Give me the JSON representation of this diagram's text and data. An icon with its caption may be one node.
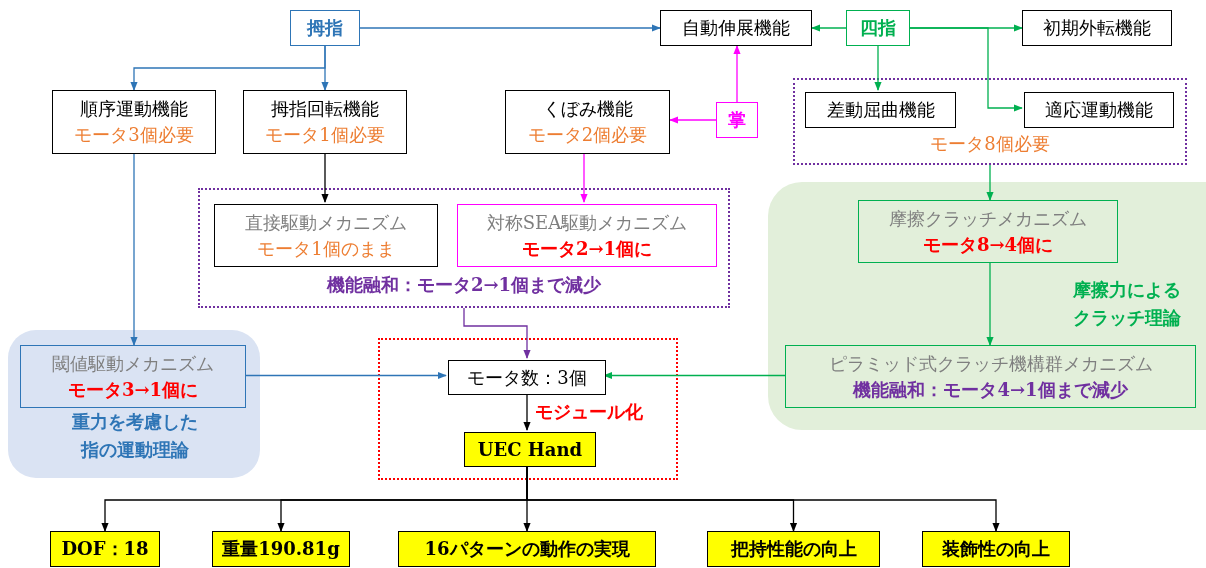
{
  "diagram": {
    "nodes": [
      {
        "text": [
          "拇指"
        ]
      },
      {
        "text": [
          "自動伸展機能"
        ]
      },
      {
        "text": [
          "四指"
        ]
      },
      {
        "text": [
          "初期外転機能"
        ]
      },
      {
        "text": [
          "順序運動機能",
          "モータ3個必要"
        ]
      },
      {
        "text": [
          "拇指回転機能",
          "モータ1個必要"
        ]
      },
      {
        "text": [
          "くぼみ機能",
          "モータ2個必要"
        ]
      },
      {
        "text": [
          "掌"
        ]
      },
      {
        "text": [
          "モータ8個必要"
        ]
      },
      {
        "text": [
          "差動屈曲機能"
        ],
        "in": 8
      },
      {
        "text": [
          "適応運動機能"
        ],
        "in": 8
      },
      {
        "text": [
          "機能融和：モータ2→1個まで減少"
        ]
      },
      {
        "text": [
          "直接駆動メカニズム",
          "モータ1個のまま"
        ],
        "in": 11
      },
      {
        "text": [
          "対称SEA駆動メカニズム",
          "モータ2→1個に"
        ],
        "in": 11
      },
      {
        "text": [
          "摩擦力によるクラッチ理論"
        ]
      },
      {
        "text": [
          "摩擦クラッチメカニズム",
          "モータ8→4個に"
        ],
        "in": 14
      },
      {
        "text": [
          "ピラミッド式クラッチ機構群メカニズム",
          "機能融和：モータ4→1個まで減少"
        ],
        "in": 14
      },
      {
        "text": [
          "重力を考慮した指の運動理論"
        ]
      },
      {
        "text": [
          "閾値駆動メカニズム",
          "モータ3→1個に"
        ],
        "in": 17
      },
      {
        "text": [],
        "shape": "box"
      },
      {
        "text": [
          "モータ数：3個"
        ],
        "in": 19
      },
      {
        "text": [
          "UEC Hand"
        ],
        "in": 19
      },
      {
        "text": [
          "DOF：18"
        ]
      },
      {
        "text": [
          "重量190.81g"
        ]
      },
      {
        "text": [
          "16パターンの動作の実現"
        ]
      },
      {
        "text": [
          "把持性能の向上"
        ]
      },
      {
        "text": [
          "装飾性の向上"
        ]
      }
    ],
    "edges": [
      {
        "from": 0,
        "to": 1,
        "arrow": "to",
        "color": "#2e75b6"
      },
      {
        "from": 0,
        "to": 4,
        "arrow": "to",
        "color": "#2e75b6"
      },
      {
        "from": 0,
        "to": 5,
        "arrow": "to",
        "color": "#2e75b6"
      },
      {
        "from": 2,
        "to": 1,
        "arrow": "to",
        "color": "#00b050"
      },
      {
        "from": 2,
        "to": 3,
        "arrow": "to",
        "color": "#00b050"
      },
      {
        "from": 2,
        "to": 9,
        "arrow": "to",
        "color": "#00b050"
      },
      {
        "from": 2,
        "to": 10,
        "arrow": "to",
        "color": "#00b050"
      },
      {
        "from": 7,
        "to": 1,
        "arrow": "to",
        "color": "#ff00ff"
      },
      {
        "from": 7,
        "to": 6,
        "arrow": "to",
        "color": "#ff00ff"
      },
      {
        "from": 5,
        "to": 12,
        "arrow": "to",
        "color": "#000000"
      },
      {
        "from": 6,
        "to": 13,
        "arrow": "to",
        "color": "#ff00ff"
      },
      {
        "from": 8,
        "to": 15,
        "arrow": "to",
        "color": "#00b050"
      },
      {
        "from": 15,
        "to": 16,
        "arrow": "to",
        "color": "#00b050"
      },
      {
        "from": 4,
        "to": 18,
        "arrow": "to",
        "color": "#2e75b6"
      },
      {
        "from": 11,
        "to": 20,
        "arrow": "to",
        "color": "#7030a0"
      },
      {
        "from": 18,
        "to": 20,
        "arrow": "to",
        "color": "#2e75b6"
      },
      {
        "from": 16,
        "to": 20,
        "arrow": "to",
        "color": "#00b050"
      },
      {
        "from": 20,
        "to": 21,
        "arrow": "to",
        "label": "モジュール化",
        "color": "#000000"
      },
      {
        "from": 21,
        "to": 22,
        "arrow": "to",
        "color": "#000000"
      },
      {
        "from": 21,
        "to": 23,
        "arrow": "to",
        "color": "#000000"
      },
      {
        "from": 21,
        "to": 24,
        "arrow": "to",
        "color": "#000000"
      },
      {
        "from": 21,
        "to": 25,
        "arrow": "to",
        "color": "#000000"
      },
      {
        "from": 21,
        "to": 26,
        "arrow": "to",
        "color": "#000000"
      }
    ]
  }
}
